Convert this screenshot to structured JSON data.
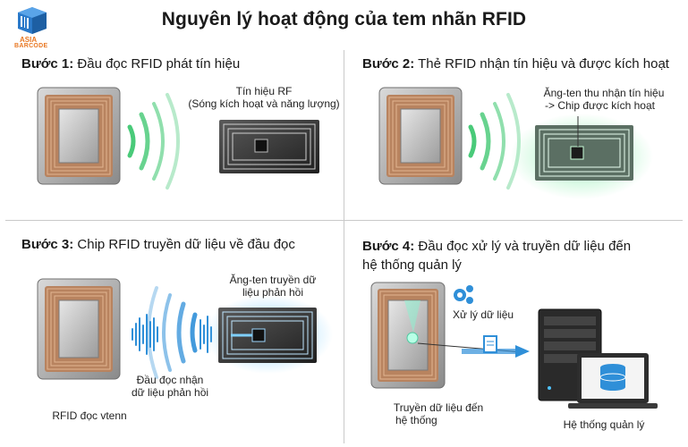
{
  "title": "Nguyên lý hoạt động của tem nhãn RFID",
  "logo": {
    "line1": "ASIA",
    "line2": "BARCODE"
  },
  "steps": [
    {
      "label": "Bước 1:",
      "text": "Đầu đọc RFID phát tín hiệu"
    },
    {
      "label": "Bước 2:",
      "text": "Thẻ RFID nhận tín hiệu và được kích hoạt"
    },
    {
      "label": "Bước 3:",
      "text": "Chip RFID truyền dữ liệu về đầu đọc"
    },
    {
      "label": "Bước 4:",
      "text_line1": "Đầu đọc xử lý và truyền dữ liệu đến",
      "text_line2": "hệ thống quản lý"
    }
  ],
  "notes": {
    "signal_line1": "Tín hiệu RF",
    "signal_line2": "(Sóng kích hoạt và năng lượng)",
    "antenna_line1": "Ăng-ten thu nhận tín hiệu",
    "antenna_line2": "-> Chip được kích hoạt",
    "tx_antenna_line1": "Ăng-ten truyền dữ",
    "tx_antenna_line2": "liệu phản hồi",
    "reader_rx_line1": "Đầu đọc nhận",
    "reader_rx_line2": "dữ liệu phản hồi",
    "reader_label": "RFID đọc vtenn",
    "processing": "Xử lý dữ liệu",
    "transfer_line1": "Truyền dữ liệu đến",
    "transfer_line2": "hệ thống",
    "system": "Hệ thống quản lý"
  },
  "colors": {
    "signal_green": "#35c46a",
    "data_blue": "#2f8fd8",
    "coil_copper": "#c07a4a",
    "logo_orange": "#e87722",
    "logo_blue": "#2a79c9"
  }
}
